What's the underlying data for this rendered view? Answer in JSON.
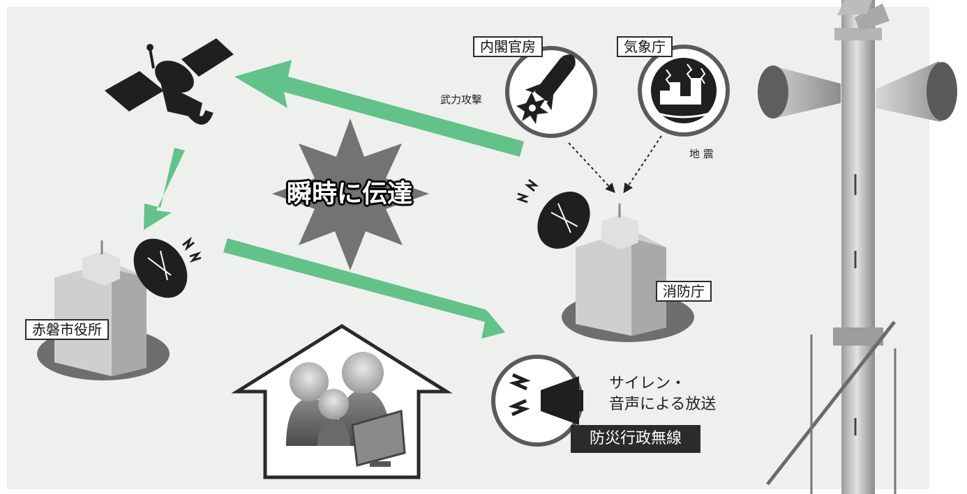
{
  "headline": "瞬時に伝達",
  "labels": {
    "cabinet": "内閣官房",
    "jma": "気象庁",
    "fdma": "消防庁",
    "city_hall": "赤磐市役所",
    "armed_attack": "武力攻撃",
    "earthquake": "地 震",
    "broadcast_line1": "サイレン・",
    "broadcast_line2": "音声による放送",
    "system": "防災行政無線"
  },
  "colors": {
    "background": "#eef0ee",
    "arrow": "#63c28a",
    "dark": "#1f1f1f",
    "burst": "#737373",
    "building": "#bdbdbd",
    "label_box": "#2b2b2b"
  },
  "icons": [
    "satellite-icon",
    "missile-icon",
    "explosion-icon",
    "earthquake-city-icon",
    "satellite-dish-icon",
    "building-icon",
    "house-icon",
    "family-icon",
    "computer-monitor-icon",
    "speaker-icon",
    "siren-tower-photo"
  ]
}
